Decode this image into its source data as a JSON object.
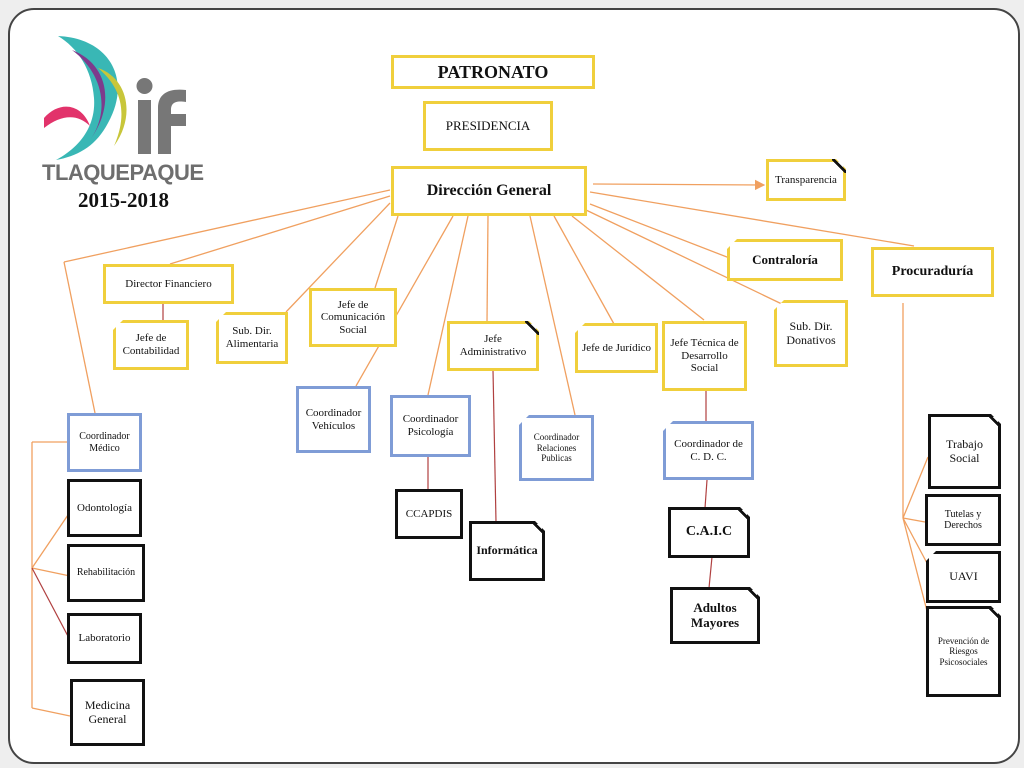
{
  "header": {
    "logo_text": "TLAQUEPAQUE",
    "period": "2015-2018"
  },
  "nodes": {
    "patronato": "PATRONATO",
    "presidencia": "PRESIDENCIA",
    "direccion_general": "Dirección General",
    "transparencia": "Transparencia",
    "contraloria": "Contraloría",
    "procuraduria": "Procuraduría",
    "director_financiero": "Director Financiero",
    "jefe_contabilidad": "Jefe de Contabilidad",
    "sub_dir_alimentaria": "Sub. Dir. Alimentaria",
    "jefe_comunicacion": "Jefe de Comunicación Social",
    "jefe_administrativo": "Jefe Administrativo",
    "jefe_juridico": "Jefe de Jurídico",
    "jefe_tecnica": "Jefe Técnica de Desarrollo Social",
    "sub_dir_donativos": "Sub. Dir. Donativos",
    "coordinador_medico": "Coordinador Médico",
    "coordinador_vehiculos": "Coordinador Vehículos",
    "coordinador_psicologia": "Coordinador Psicología",
    "coordinador_relaciones": "Coordinador Relaciones Publicas",
    "coordinador_cdc": "Coordinador de C. D. C.",
    "odontologia": "Odontología",
    "rehabilitacion": "Rehabilitación",
    "laboratorio": "Laboratorio",
    "medicina_general": "Medicina General",
    "ccapdis": "CCAPDIS",
    "informatica": "Informática",
    "caic": "C.A.I.C",
    "adultos_mayores": "Adultos Mayores",
    "trabajo_social": "Trabajo Social",
    "tutelas": "Tutelas y Derechos",
    "uavi": "UAVI",
    "prevencion": "Prevención de Riesgos Psicosociales"
  },
  "colors": {
    "yellow_border": "#f0cf3c",
    "blue_border": "#7f9cd6",
    "black_border": "#111111",
    "orange_line": "#f0a060",
    "red_line": "#b04040"
  }
}
